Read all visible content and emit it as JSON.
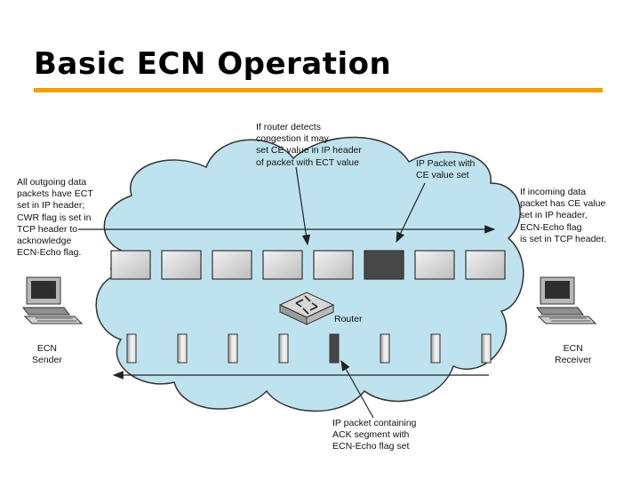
{
  "slide": {
    "title": "Basic ECN Operation",
    "accent_color": "#f0a000",
    "cloud_color": "#bfe3ee",
    "marked_packet_color": "#474747"
  },
  "labels": {
    "router_note": "If router detects\ncongestion it may\nset CE value in IP header\nof packet with ECT value",
    "sender_note": "All outgoing data\npackets have ECT\nset in IP header;\nCWR flag is set in\nTCP header to\nacknowledge\nECN-Echo flag.",
    "ce_packet_note": "IP Packet with\nCE value set",
    "receiver_note": "If incoming data\npacket has CE value\nset in IP header,\nECN-Echo flag\nis set in TCP header.",
    "router": "Router",
    "ack_note": "IP packet containing\nACK segment with\nECN-Echo flag set",
    "sender": "ECN\nSender",
    "receiver": "ECN\nReceiver"
  },
  "icons": {
    "sender": "computer-icon",
    "receiver": "computer-icon",
    "router": "router-icon"
  }
}
